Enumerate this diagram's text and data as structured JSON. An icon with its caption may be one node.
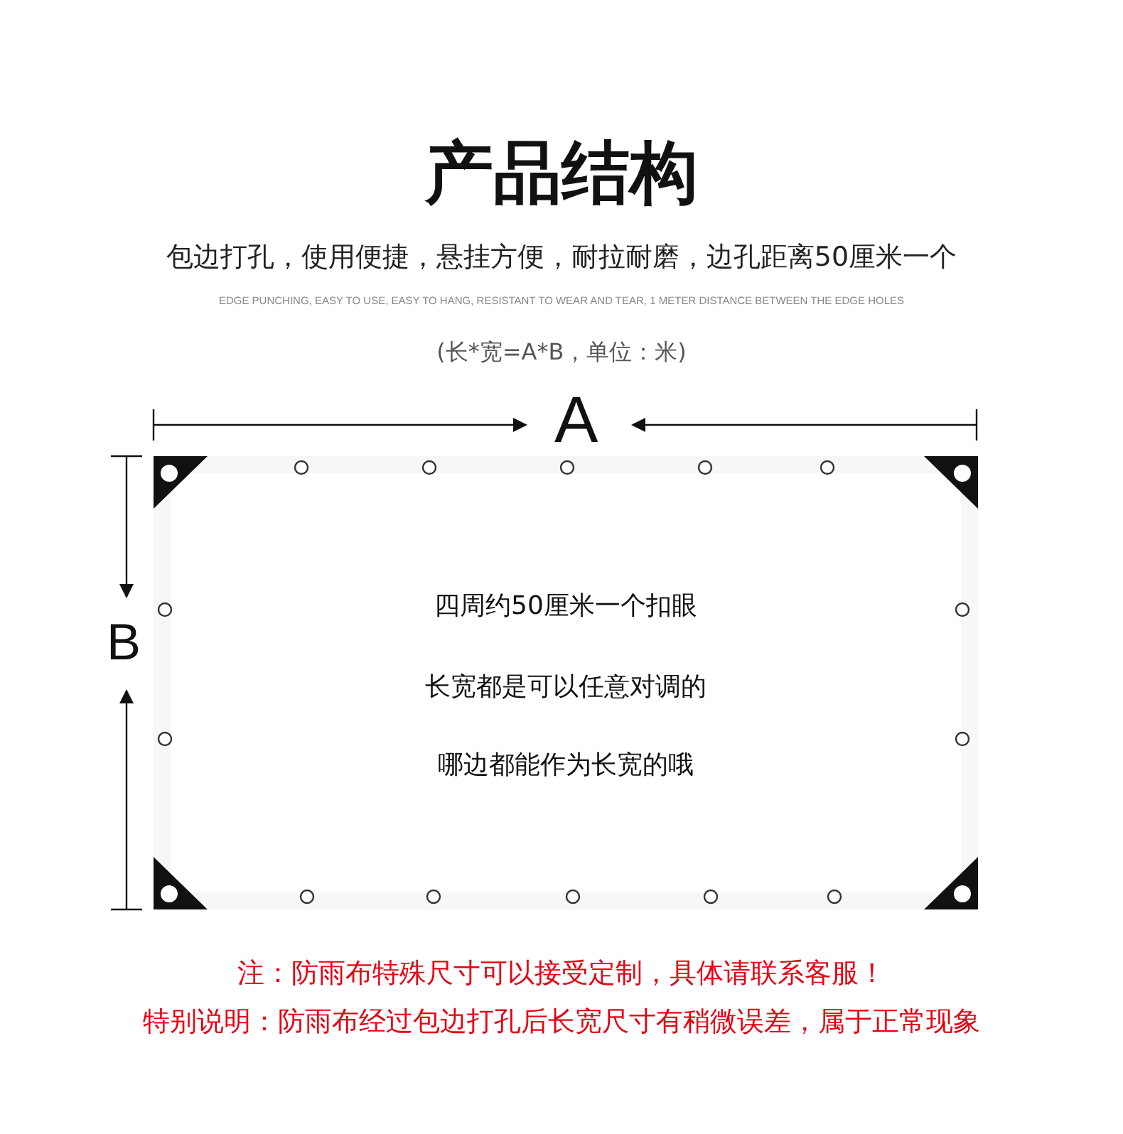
{
  "diagram": {
    "title": "产品结构",
    "nodes": [
      {
        "text": [
          "四周约50厘米一个扣眼",
          "长宽都是可以任意对调的",
          "哪边都能作为长宽的哦"
        ]
      }
    ],
    "edges": [],
    "labels": [
      "包边打孔，使用便捷，悬挂方便，耐拉耐磨，边孔距离50厘米一个",
      "EDGE PUNCHING, EASY TO USE, EASY TO HANG, RESISTANT TO WEAR AND TEAR, 1 METER DISTANCE BETWEEN THE EDGE HOLES",
      "(长*宽=A*B，单位：米)",
      "A",
      "B",
      "注：防雨布特殊尺寸可以接受定制，具体请联系客服！",
      "特别说明：防雨布经过包边打孔后长宽尺寸有稍微误差，属于正常现象"
    ]
  }
}
